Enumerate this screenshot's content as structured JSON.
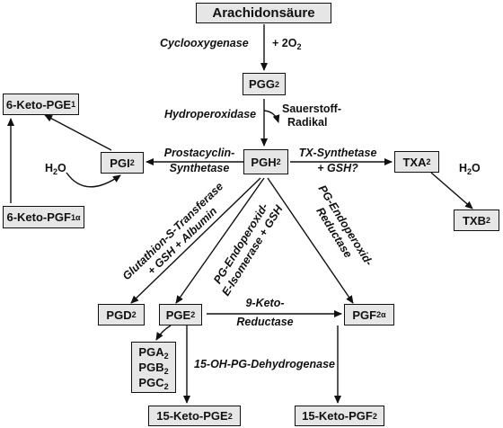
{
  "nodes": {
    "arachidonsaeure": "Arachidonsäure",
    "pgg2": {
      "base": "PGG",
      "sub": "2"
    },
    "pgh2": {
      "base": "PGH",
      "sub": "2"
    },
    "pgi2": {
      "base": "PGI",
      "sub": "2"
    },
    "keto_pge1": {
      "base": "6-Keto-PGE",
      "sub": "1"
    },
    "keto_pgf1a": {
      "base": "6-Keto-PGF",
      "sub": "1α"
    },
    "txa2": {
      "base": "TXA",
      "sub": "2"
    },
    "txb2": {
      "base": "TXB",
      "sub": "2"
    },
    "pgd2": {
      "base": "PGD",
      "sub": "2"
    },
    "pge2": {
      "base": "PGE",
      "sub": "2"
    },
    "pgf2a": {
      "base": "PGF",
      "sub": "2α"
    },
    "pga2": {
      "base": "PGA",
      "sub": "2"
    },
    "pgb2": {
      "base": "PGB",
      "sub": "2"
    },
    "pgc2": {
      "base": "PGC",
      "sub": "2"
    },
    "keto_pge2": {
      "base": "15-Keto-PGE",
      "sub": "2"
    },
    "keto_pgf2": {
      "base": "15-Keto-PGF",
      "sub": "2"
    }
  },
  "labels": {
    "cyclooxygenase": "Cyclooxygenase",
    "plus_2o2": {
      "base": "+ 2O",
      "sub": "2"
    },
    "hydroperoxidase": "Hydroperoxidase",
    "sauerstoff_radikal_1": "Sauerstoff-",
    "sauerstoff_radikal_2": "Radikal",
    "prostacyclin_synthetase_1": "Prostacyclin-",
    "prostacyclin_synthetase_2": "Synthetase",
    "tx_synthetase_1": "TX-Synthetase",
    "tx_synthetase_2": "+ GSH?",
    "h2o_left": {
      "base": "H",
      "sub": "2",
      "tail": "O"
    },
    "h2o_right": {
      "base": "H",
      "sub": "2",
      "tail": "O"
    },
    "glutathion_1": "Glutathion-S-Transferase",
    "glutathion_2": "+ GSH + Albumin",
    "pg_endoperoxid_isomerase_1": "PG-Endoperoxid-",
    "pg_endoperoxid_isomerase_2": "E-Isomerase + GSH",
    "pg_endoperoxid_reductase_1": "PG-Endoperoxid-",
    "pg_endoperoxid_reductase_2": "Reductase",
    "keto_reductase_1": "9-Keto-",
    "keto_reductase_2": "Reductase",
    "dehydrogenase": "15-OH-PG-Dehydrogenase"
  }
}
